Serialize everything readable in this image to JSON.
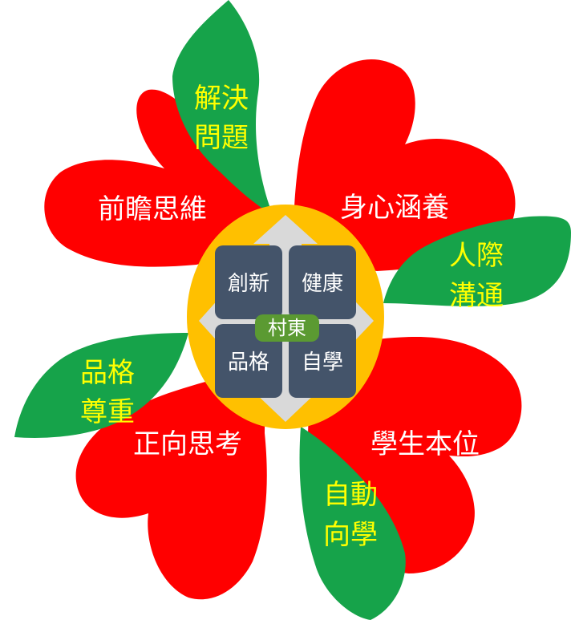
{
  "colors": {
    "petal": "#ff0000",
    "leaf": "#16a34a",
    "leaf_text": "#ffff00",
    "petal_text": "#ffffff",
    "center_disk": "#ffc000",
    "cross_arrows": "#d9d9d9",
    "tile": "#44546a",
    "tile_text": "#ffffff",
    "center_badge": "#5b9a32"
  },
  "petals": [
    {
      "label": "前瞻思維"
    },
    {
      "label": "身心涵養"
    },
    {
      "label": "正向思考"
    },
    {
      "label": "學生本位"
    }
  ],
  "leaves": [
    {
      "line1": "解決",
      "line2": "問題"
    },
    {
      "line1": "人際",
      "line2": "溝通"
    },
    {
      "line1": "品格",
      "line2": "尊重"
    },
    {
      "line1": "自動",
      "line2": "向學"
    }
  ],
  "center": {
    "tiles": [
      "創新",
      "健康",
      "品格",
      "自學"
    ],
    "badge": "村東"
  }
}
